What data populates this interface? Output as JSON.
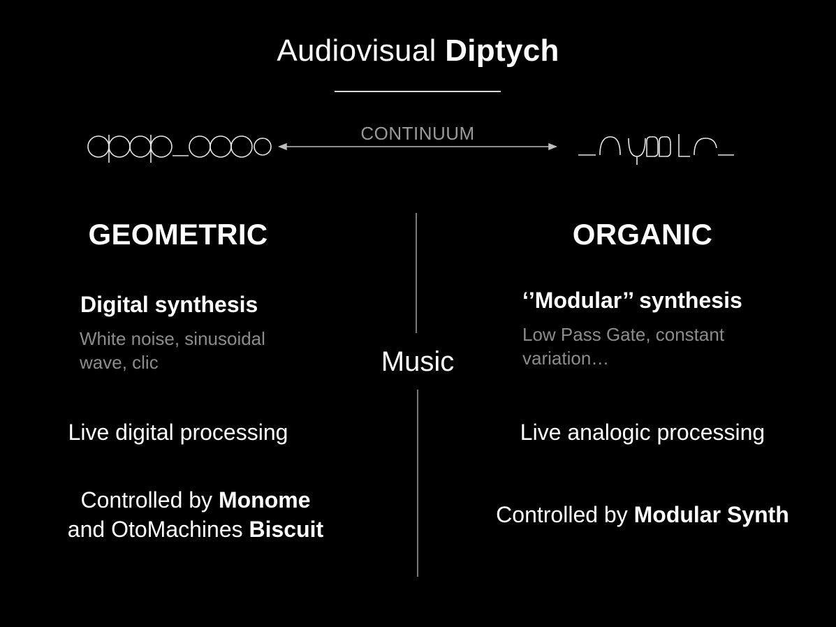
{
  "title": {
    "prefix": "Audiovisual",
    "bold": "Diptych"
  },
  "continuum": {
    "label": "CONTINUUM"
  },
  "center": {
    "label": "Music"
  },
  "left": {
    "heading": "GEOMETRIC",
    "synthesis_title": "Digital synthesis",
    "synthesis_desc_1": "White noise, sinusoidal",
    "synthesis_desc_2": "wave, clic",
    "processing": "Live digital processing",
    "controlled_prefix": "Controlled by",
    "controlled_bold_1": "Monome",
    "controlled_line2_prefix": "and OtoMachines",
    "controlled_bold_2": "Biscuit"
  },
  "right": {
    "heading": "ORGANIC",
    "synthesis_title": "‘’Modular’’ synthesis",
    "synthesis_desc_1": "Low Pass Gate, constant",
    "synthesis_desc_2": "variation…",
    "processing": "Live analogic processing",
    "controlled_prefix": "Controlled by",
    "controlled_bold": "Modular Synth"
  },
  "colors": {
    "background": "#000000",
    "text": "#ffffff",
    "muted": "#8c8c8c"
  }
}
